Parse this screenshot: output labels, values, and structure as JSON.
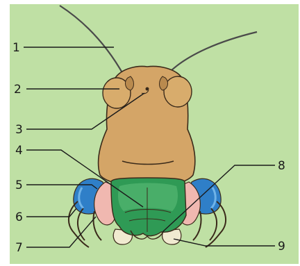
{
  "figure": {
    "subject": "insect-head-front-view",
    "background_color": "#bfe0a4",
    "colors": {
      "head": "#d4a567",
      "eye": "#d8ac6c",
      "outline": "#3a2a1a",
      "antenna": "#4a4a4a",
      "labrum": "#2f9a55",
      "labrum_light": "#5fbf7a",
      "maxilla": "#2f7fc8",
      "maxilla_light": "#6fb3e8",
      "pink_part": "#f0b8b0",
      "palp_tip": "#f0ead0"
    },
    "labels": [
      "1",
      "2",
      "3",
      "4",
      "5",
      "6",
      "7",
      "8",
      "9"
    ]
  }
}
